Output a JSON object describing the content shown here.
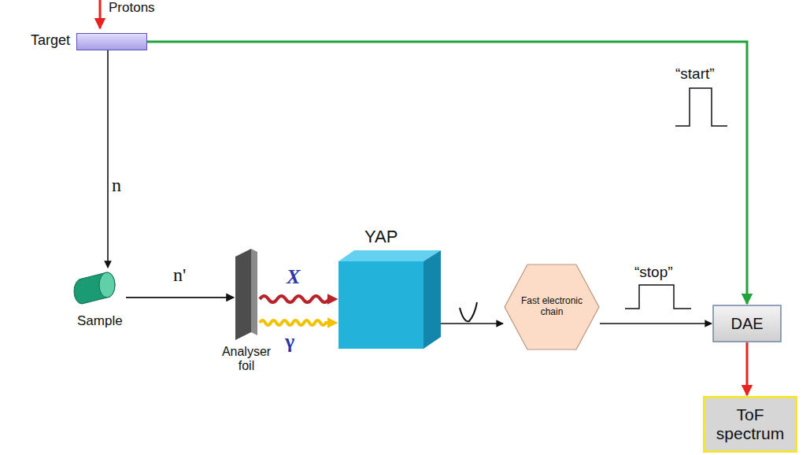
{
  "diagram": {
    "nodes": [
      {
        "text": [
          "Target"
        ]
      },
      {
        "text": [
          "Sample"
        ]
      },
      {
        "text": [
          "Analyser foil"
        ]
      },
      {
        "text": [
          "YAP"
        ]
      },
      {
        "text": [
          "Fast electronic chain"
        ]
      },
      {
        "text": [
          "DAE"
        ]
      },
      {
        "text": [
          "ToF spectrum"
        ]
      }
    ],
    "edges": [
      {
        "from": 0,
        "to": 1,
        "label": "n",
        "arrow": "to"
      },
      {
        "from": 1,
        "to": 2,
        "label": "n'",
        "arrow": "to"
      },
      {
        "from": 2,
        "to": 3,
        "label": "X",
        "arrow": "to"
      },
      {
        "from": 2,
        "to": 3,
        "label": "γ",
        "arrow": "to"
      },
      {
        "from": 3,
        "to": 4,
        "arrow": "to"
      },
      {
        "from": 4,
        "to": 5,
        "arrow": "to"
      },
      {
        "from": 0,
        "to": 5,
        "arrow": "to"
      },
      {
        "from": 5,
        "to": 6,
        "arrow": "to"
      }
    ],
    "labels": [
      "Protons",
      "“start”",
      "“stop”"
    ]
  }
}
